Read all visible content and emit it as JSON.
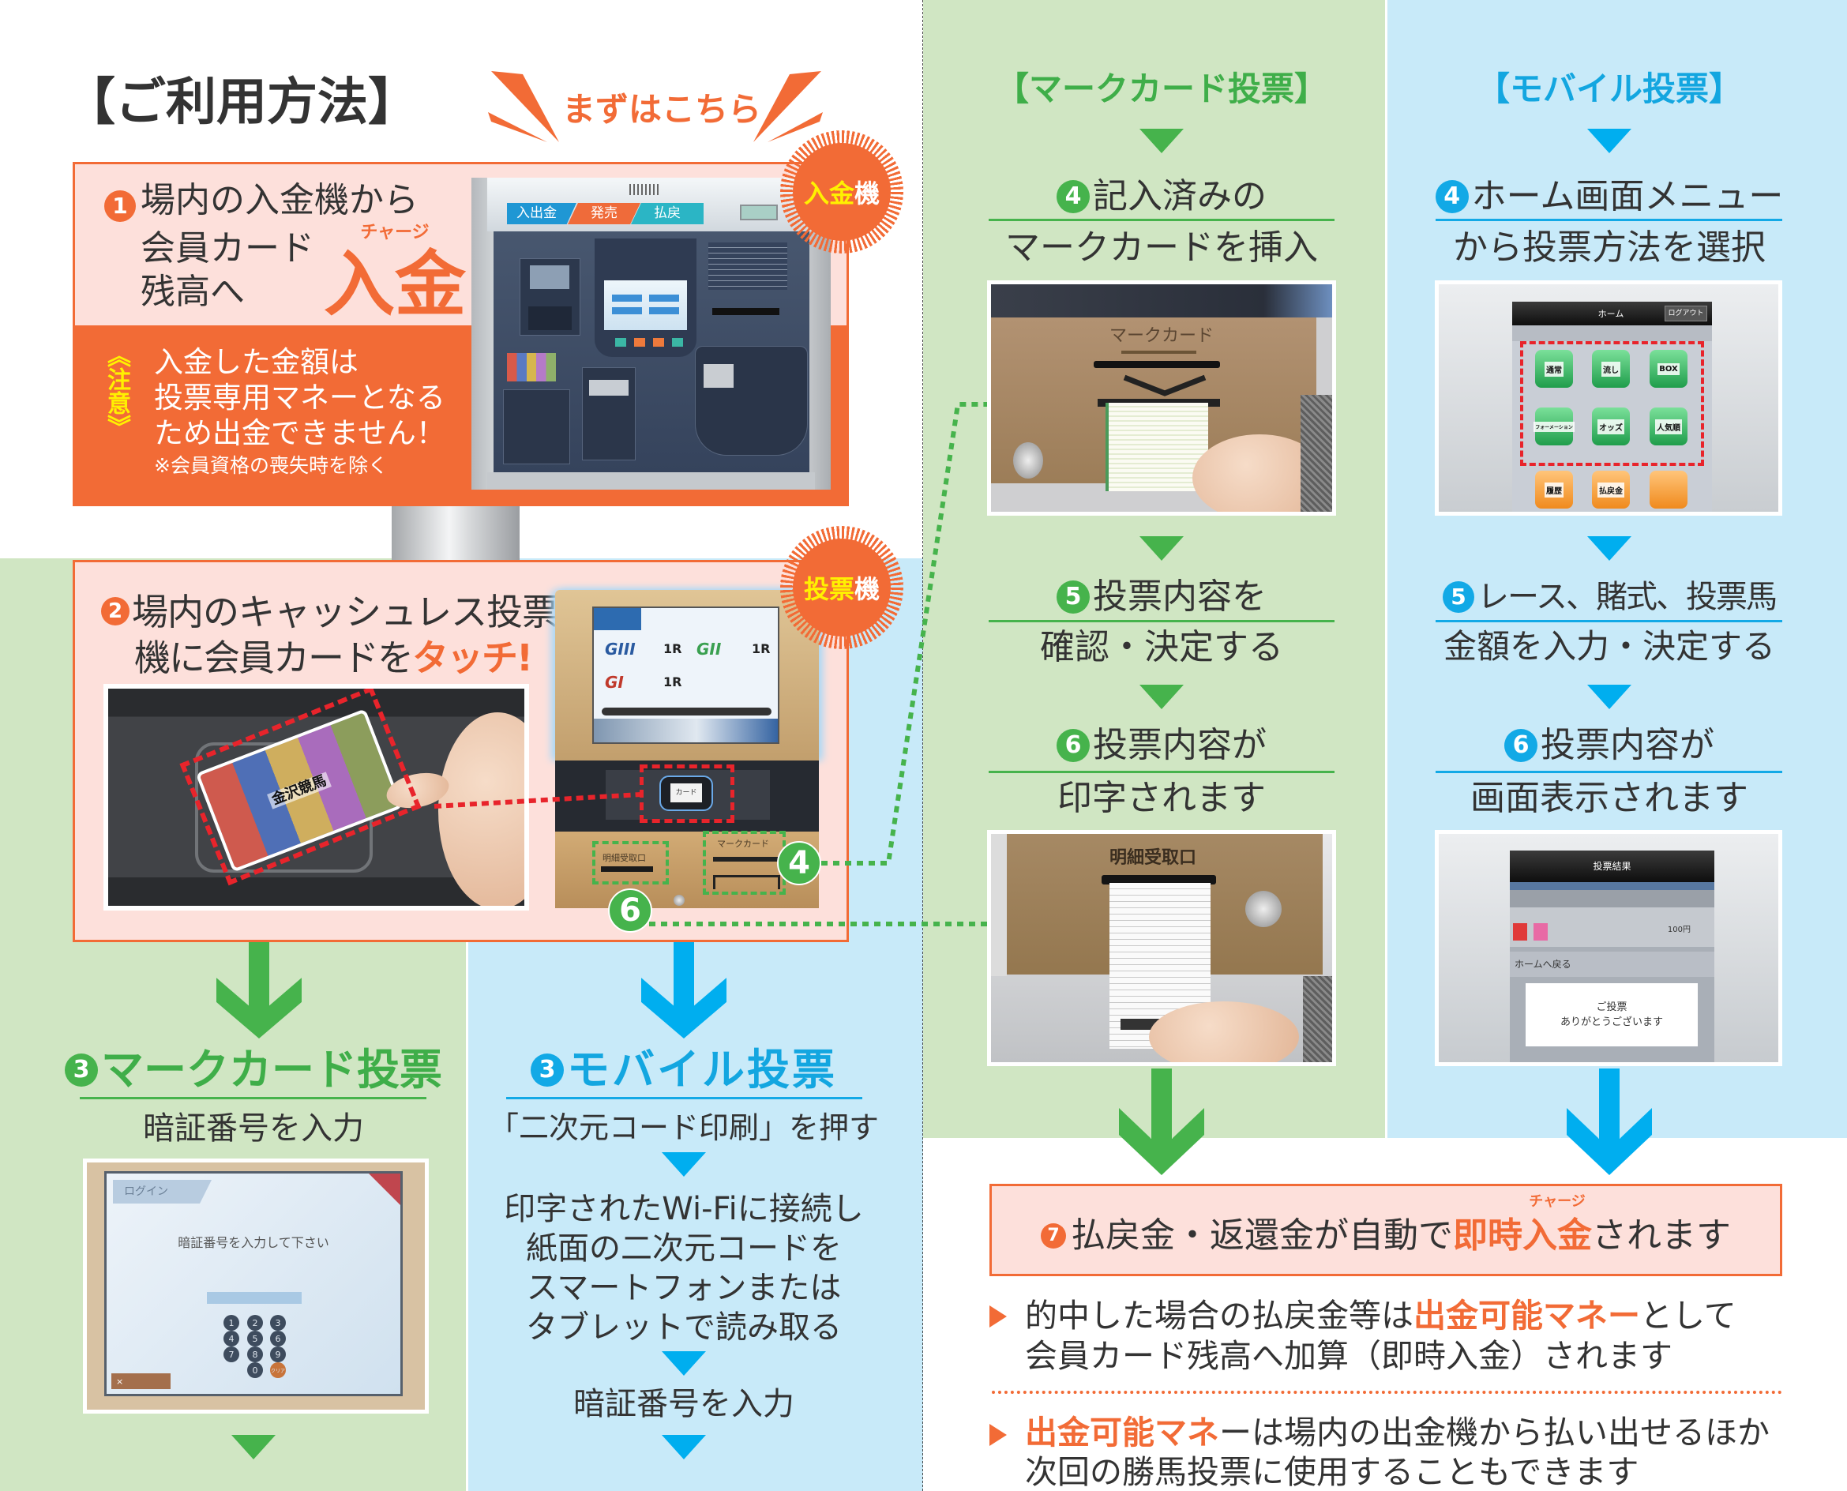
{
  "page": {
    "title": "【ご利用方法】",
    "first_label": "まずはこちら"
  },
  "colors": {
    "orange": "#f26b36",
    "pink": "#fde0db",
    "green": "#46b34c",
    "blue": "#00aeef",
    "light_green": "#d0e6c3",
    "light_blue": "#c8eaf9",
    "yellow": "#fff100",
    "text": "#333333"
  },
  "step1": {
    "num": "1",
    "line1": "場内の入金機から",
    "line2": "会員カード",
    "line3": "残高へ",
    "highlight": "入金",
    "ruby": "チャージ",
    "badge_highlight": "入金",
    "badge_rest": "機",
    "caution_label": "《注意》",
    "caution_lines": [
      "入金した金額は",
      "投票専用マネーとなる",
      "ため出金できません！"
    ],
    "caution_note": "※会員資格の喪失時を除く",
    "atm_photo": {
      "tabs": [
        "入出金",
        "発売",
        "払戻"
      ]
    }
  },
  "step2": {
    "num": "2",
    "line1": "場内のキャッシュレス投票",
    "line2": "機に会員カードを",
    "line2_highlight": "タッチ!",
    "badge_highlight": "投票",
    "badge_rest": "機",
    "card_photo": {
      "card_logo": "金沢競馬"
    },
    "kiosk_photo": {
      "grades": [
        "GIII",
        "GII",
        "GI"
      ],
      "race_label": "1R",
      "reader_label": "カード",
      "receipt_slot_label": "明細受取口",
      "markcard_slot_label": "マークカード"
    },
    "markers": {
      "markcard": "4",
      "receipt": "6"
    }
  },
  "markcard_left": {
    "num": "3",
    "title": "マークカード投票",
    "step": "暗証番号を入力",
    "login_photo": {
      "tab": "ログイン",
      "prompt": "暗証番号を入力して下さい",
      "keys": [
        "1",
        "2",
        "3",
        "4",
        "5",
        "6",
        "7",
        "8",
        "9",
        "0"
      ],
      "clear": "クリア",
      "cancel": "×"
    }
  },
  "mobile_left": {
    "num": "3",
    "title": "モバイル投票",
    "step1": "「二次元コード印刷」を押す",
    "step2": [
      "印字されたWi-Fiに接続し",
      "紙面の二次元コードを",
      "スマートフォンまたは",
      "タブレットで読み取る"
    ],
    "step3": "暗証番号を入力"
  },
  "markcard_right": {
    "heading": "【マークカード投票】",
    "steps": [
      {
        "num": "4",
        "l1": "記入済みの",
        "l2": "マークカードを挿入"
      },
      {
        "num": "5",
        "l1": "投票内容を",
        "l2": "確認・決定する"
      },
      {
        "num": "6",
        "l1": "投票内容が",
        "l2": "印字されます"
      }
    ],
    "insert_photo": {
      "label": "マークカード"
    },
    "receipt_photo": {
      "label": "明細受取口"
    }
  },
  "mobile_right": {
    "heading": "【モバイル投票】",
    "steps": [
      {
        "num": "4",
        "l1": "ホーム画面メニュー",
        "l2": "から投票方法を選択"
      },
      {
        "num": "5",
        "l1": "レース、賭式、投票馬",
        "l2": "金額を入力・決定する"
      },
      {
        "num": "6",
        "l1": "投票内容が",
        "l2": "画面表示されます"
      }
    ],
    "menu_photo": {
      "header": "ホーム",
      "logout": "ログアウト",
      "bet_types": [
        "通常",
        "流し",
        "BOX",
        "フォーメーション",
        "オッズ",
        "人気順"
      ],
      "other_buttons": [
        "履歴",
        "払戻金"
      ]
    },
    "result_photo": {
      "header": "投票結果",
      "amount": "100円",
      "back_home": "ホームへ戻る",
      "dialog_line1": "ご投票",
      "dialog_line2": "ありがとうございます"
    }
  },
  "step7": {
    "num": "7",
    "prefix": "払戻金・返還金が自動で",
    "highlight_a": "即時",
    "highlight_b": "入金",
    "ruby": "チャージ",
    "suffix": "されます"
  },
  "notes": [
    {
      "l1_a": "的中した場合の払戻金等は",
      "l1_hl": "出金可能マネー",
      "l1_b": "として",
      "l2": "会員カード残高へ加算（即時入金）されます"
    },
    {
      "l1_hl": "出金可能マネ",
      "l1_b": "ーは場内の出金機から払い出せるほか",
      "l2": "次回の勝馬投票に使用することもできます"
    }
  ]
}
